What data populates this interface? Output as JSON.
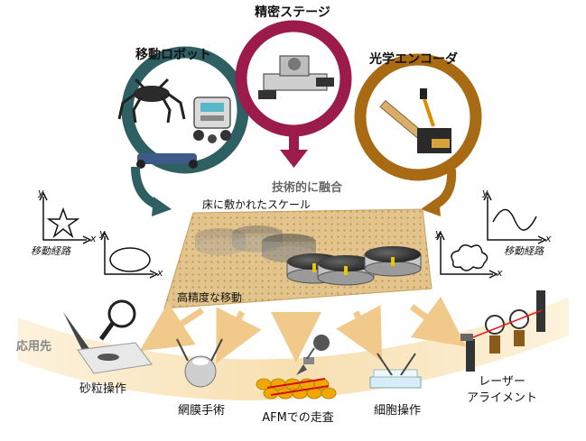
{
  "top": {
    "stage_title": "精密ステージ",
    "robot_title": "移動ロボット",
    "encoder_title": "光学エンコーダ",
    "fusion_label": "技術的に融合"
  },
  "board": {
    "scale_label": "床に敷かれたスケール",
    "motion_label": "高精度な移動"
  },
  "paths": {
    "left_path_label": "移動経路",
    "right_path_label": "移動経路",
    "axis_x": "x",
    "axis_y": "y"
  },
  "applications": {
    "heading": "応用先",
    "items": [
      {
        "label": "砂粒操作"
      },
      {
        "label": "網膜手術"
      },
      {
        "label": "AFMでの走査"
      },
      {
        "label": "細胞操作"
      },
      {
        "label": "レーザー",
        "label2": "アライメント"
      }
    ]
  },
  "colors": {
    "robot_ring": "#2d5f63",
    "stage_ring": "#9b1b4b",
    "encoder_ring": "#a86a12",
    "arrow_gray": "#666666",
    "board": "#e2c48c",
    "app_band": "#fae6bf"
  }
}
